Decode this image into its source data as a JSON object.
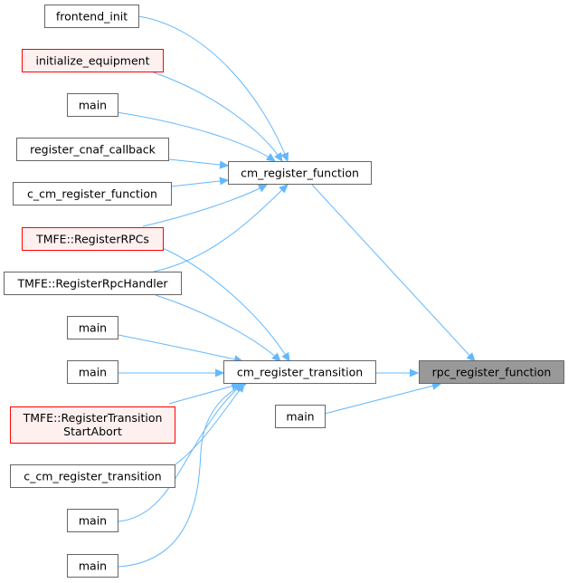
{
  "graph": {
    "target": "rpc_register_function",
    "intermediates": {
      "cm_register_function": "cm_register_function",
      "cm_register_transition": "cm_register_transition"
    },
    "callers": {
      "frontend_init": "frontend_init",
      "initialize_equipment": "initialize_equipment",
      "main_1": "main",
      "register_cnaf_callback": "register_cnaf_callback",
      "c_cm_register_function": "c_cm_register_function",
      "tmfe_registerrpcs": "TMFE::RegisterRPCs",
      "tmfe_registerrpchandler": "TMFE::RegisterRpcHandler",
      "main_2": "main",
      "main_3": "main",
      "tmfe_registertransitionstartabort_line1": "TMFE::RegisterTransition",
      "tmfe_registertransitionstartabort_line2": "StartAbort",
      "c_cm_register_transition": "c_cm_register_transition",
      "main_4": "main",
      "main_5": "main",
      "main_6": "main"
    },
    "colors": {
      "edge": "#63b8ff",
      "box_border": "#666666",
      "box_highlight_border": "#ff0000",
      "box_highlight_fill": "#fff0f0",
      "current_fill": "#999999"
    }
  }
}
